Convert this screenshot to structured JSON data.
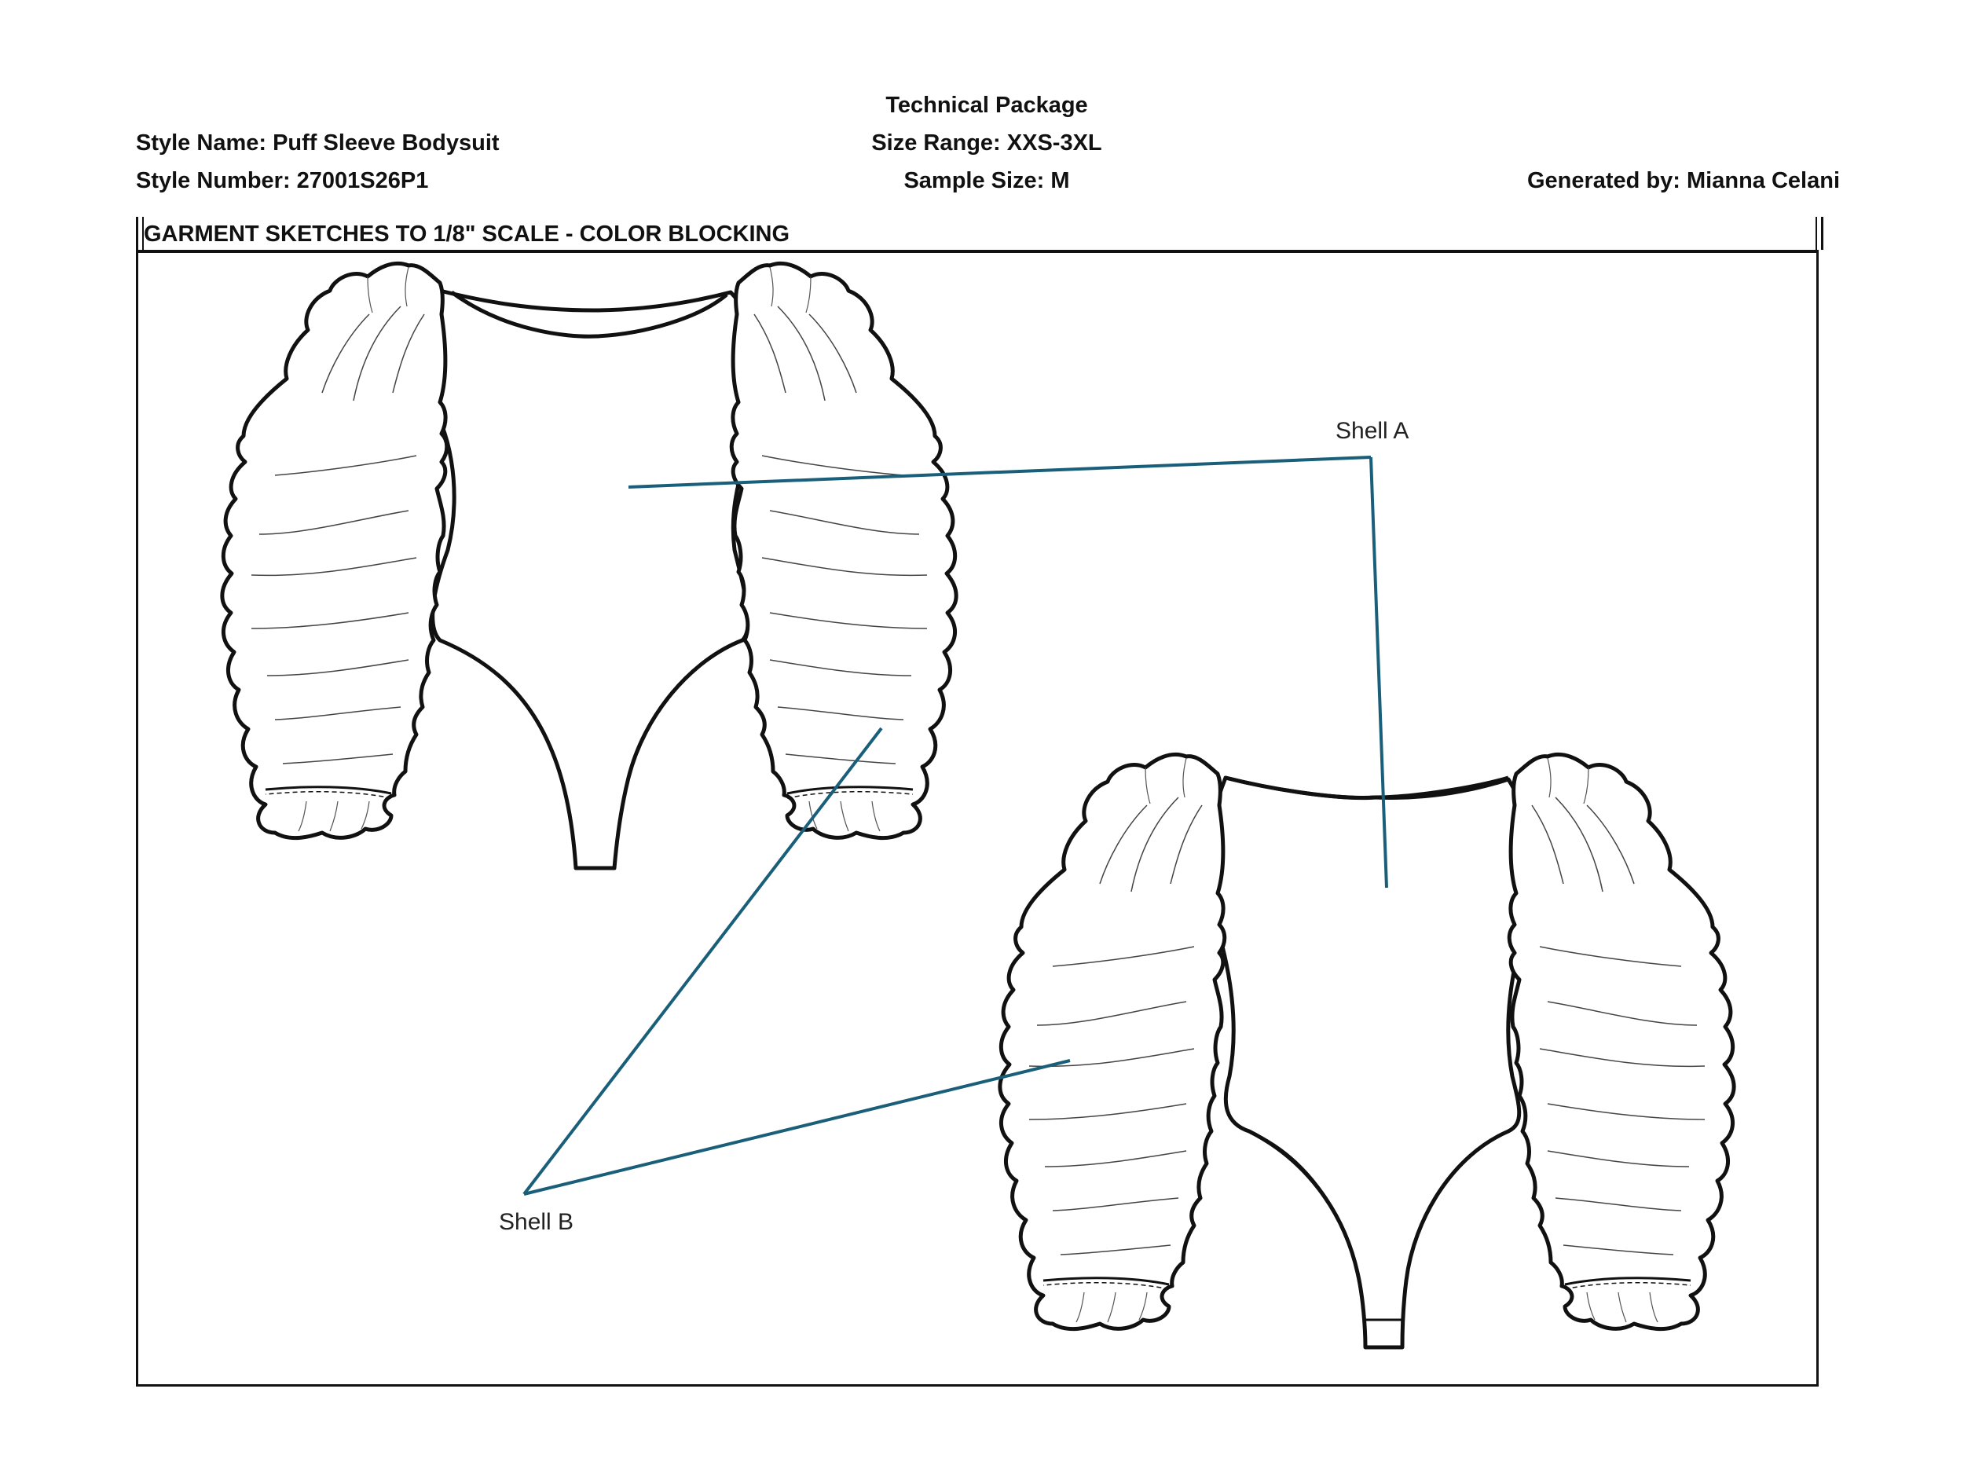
{
  "header": {
    "doc_title": "Technical Package",
    "style_name": "Style Name: Puff Sleeve Bodysuit",
    "size_range": "Size Range: XXS-3XL",
    "style_number": "Style Number: 27001S26P1",
    "sample_size": "Sample Size: M",
    "generated_by": "Generated by: Mianna Celani"
  },
  "section": {
    "title": "GARMENT SKETCHES TO 1/8\" SCALE - COLOR BLOCKING"
  },
  "callouts": [
    {
      "label": "Shell A"
    },
    {
      "label": "Shell B"
    }
  ],
  "colors": {
    "callout_line": "#1a5f7a",
    "outline": "#111111"
  }
}
